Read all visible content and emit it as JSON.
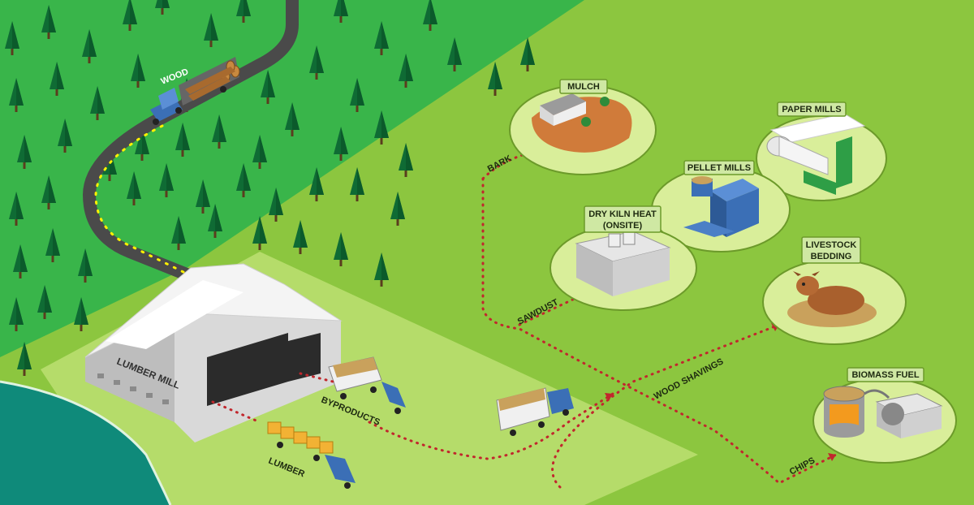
{
  "labels": {
    "wood": "WOOD",
    "lumber_mill": "LUMBER MILL",
    "byproducts": "BYPRODUCTS",
    "lumber": "LUMBER",
    "bark": "BARK",
    "sawdust": "SAWDUST",
    "wood_shavings": "WOOD SHAVINGS",
    "chips": "CHIPS"
  },
  "destinations": {
    "mulch": "MULCH",
    "paper_mills": "PAPER MILLS",
    "pellet_mills": "PELLET MILLS",
    "dry_kiln_line1": "DRY KILN HEAT",
    "dry_kiln_line2": "(ONSITE)",
    "livestock_line1": "LIVESTOCK",
    "livestock_line2": "BEDDING",
    "biomass_fuel": "BIOMASS FUEL"
  },
  "colors": {
    "forest": "#39b54a",
    "field": "#8cc63f",
    "water": "#0f8a7a",
    "road": "#4a4a4a",
    "flow_dots": "#c1272d",
    "road_dots": "#fff200",
    "label_box": "#cfe8a3",
    "disc": "#d9ee9a",
    "truck_blue": "#3b6fb6"
  }
}
